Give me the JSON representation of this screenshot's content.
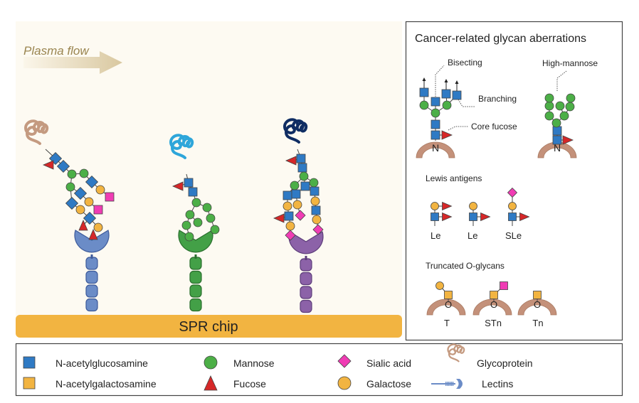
{
  "main_panel": {
    "flow_label": "Plasma flow",
    "chip_label": "SPR chip",
    "lectin_colors": [
      "#6b8cc7",
      "#43a047",
      "#8c62a8"
    ],
    "glycoprotein_colors": [
      "#c49a80",
      "#2ea6da",
      "#0f2d63"
    ]
  },
  "aberrations_panel": {
    "title": "Cancer-related glycan aberrations",
    "labels": {
      "bisecting": "Bisecting",
      "branching": "Branching",
      "core_fucose": "Core fucose",
      "high_mannose": "High-mannose",
      "n_letter": "N"
    },
    "lewis": {
      "heading": "Lewis antigens",
      "items": [
        "Le",
        "Le",
        "SLe"
      ]
    },
    "o_glycans": {
      "heading": "Truncated O-glycans",
      "o_letter": "O",
      "items": [
        "T",
        "STn",
        "Tn"
      ]
    }
  },
  "legend": {
    "items": [
      {
        "label": "N-acetylglucosamine",
        "icon": "blue-square",
        "color": "#2f7ac4"
      },
      {
        "label": "N-acetylgalactosamine",
        "icon": "yellow-square",
        "color": "#f2b441"
      },
      {
        "label": "Mannose",
        "icon": "green-circle",
        "color": "#4caf47"
      },
      {
        "label": "Fucose",
        "icon": "red-triangle",
        "color": "#d62728"
      },
      {
        "label": "Sialic acid",
        "icon": "pink-diamond",
        "color": "#f03cb4"
      },
      {
        "label": "Galactose",
        "icon": "yellow-circle",
        "color": "#f2b441"
      },
      {
        "label": "Glycoprotein",
        "icon": "glycoprotein-squiggle",
        "color": "#c49a80"
      },
      {
        "label": "Lectins",
        "icon": "lectin",
        "color": "#6b8cc7"
      }
    ]
  }
}
